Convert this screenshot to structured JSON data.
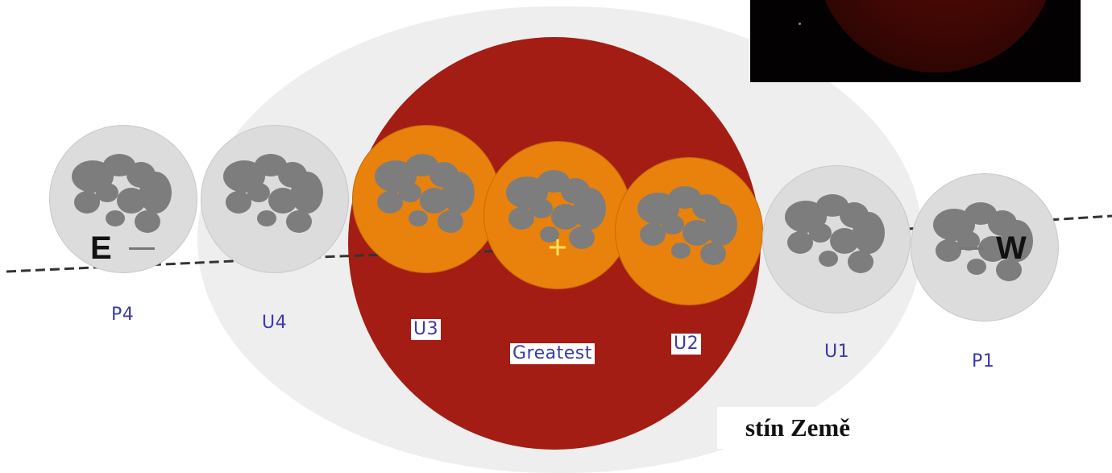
{
  "colors": {
    "penumbra": "#eeeeee",
    "umbra": "#a41d14",
    "moon_normal": "#dcdcdc",
    "moon_eclipsed": "#e9820c",
    "maria": "#7d7d7d",
    "path_line": "#333333",
    "center_marker": "#ffe15a",
    "label_text": "#3a3ab0"
  },
  "directions": {
    "east": "E",
    "west": "W"
  },
  "positions": [
    {
      "label": "P4",
      "eclipsed": false
    },
    {
      "label": "U4",
      "eclipsed": false
    },
    {
      "label": "U3",
      "eclipsed": true
    },
    {
      "label": "Greatest",
      "eclipsed": true
    },
    {
      "label": "U2",
      "eclipsed": true
    },
    {
      "label": "U1",
      "eclipsed": false
    },
    {
      "label": "P1",
      "eclipsed": false
    }
  ],
  "caption": "stín Země",
  "inset": {
    "icon": "red-eclipsed-moon-photo"
  }
}
